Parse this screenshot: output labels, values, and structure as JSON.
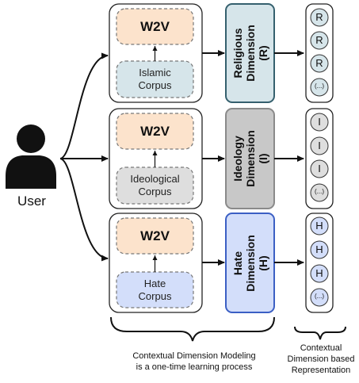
{
  "user": {
    "label": "User"
  },
  "rows": [
    {
      "id": "religious",
      "model": "W2V",
      "corpus_line1": "Islamic",
      "corpus_line2": "Corpus",
      "dimension_line1": "Religious",
      "dimension_line2": "Dimension",
      "dimension_line3": "(R)",
      "symbol": "R",
      "ellipsis": "(...)",
      "corpus_fill": "#d6e5ea",
      "dim_fill": "#d6e5ea",
      "dim_stroke": "#35606e"
    },
    {
      "id": "ideology",
      "model": "W2V",
      "corpus_line1": "Ideological",
      "corpus_line2": "Corpus",
      "dimension_line1": "Ideology",
      "dimension_line2": "Dimension",
      "dimension_line3": "(I)",
      "symbol": "I",
      "ellipsis": "(...)",
      "corpus_fill": "#dedede",
      "dim_fill": "#c8c8c8",
      "dim_stroke": "#8a8a8a"
    },
    {
      "id": "hate",
      "model": "W2V",
      "corpus_line1": "Hate",
      "corpus_line2": "Corpus",
      "dimension_line1": "Hate",
      "dimension_line2": "Dimension",
      "dimension_line3": "(H)",
      "symbol": "H",
      "ellipsis": "(...)",
      "corpus_fill": "#d3defa",
      "dim_fill": "#d3defa",
      "dim_stroke": "#3b5fc4"
    }
  ],
  "captions": {
    "modeling_line1": "Contextual Dimension Modeling",
    "modeling_line2": "is a one-time learning process",
    "representation_line1": "Contextual",
    "representation_line2": "Dimension based",
    "representation_line3": "Representation"
  },
  "colors": {
    "w2v_fill": "#fce3cc",
    "circle_fill_r": "#d6e5ea",
    "circle_fill_i": "#dedede",
    "circle_fill_h": "#d3defa"
  }
}
